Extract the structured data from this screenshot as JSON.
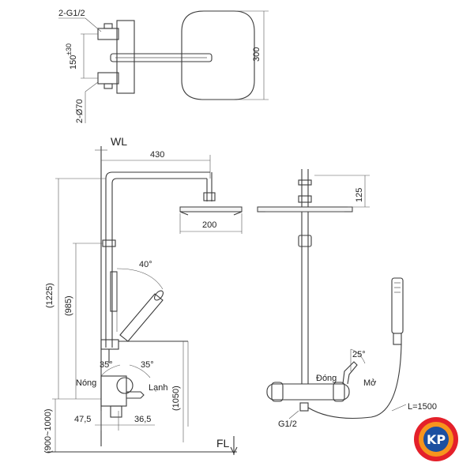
{
  "top_view": {
    "inlet_label": "2-G1/2",
    "spacing_label": "150",
    "spacing_tolerance": "±30",
    "hole_label": "2-Ø70",
    "height_label": "300"
  },
  "side_view": {
    "wl_label": "WL",
    "arm_length": "430",
    "head_width": "200",
    "total_height": "(1225)",
    "rail_height": "(985)",
    "hand_angle": "40°",
    "left_angle": "35°",
    "right_angle": "35°",
    "hot_label": "Nóng",
    "cold_label": "Lạnh",
    "valve_height": "(1050)",
    "offset_left": "47,5",
    "offset_right": "36,5",
    "mount_range": "(900~1000)",
    "fl_label": "FL"
  },
  "front_view": {
    "head_drop": "125",
    "lever_angle": "25°",
    "close_label": "Đóng",
    "open_label": "Mở",
    "inlet_label": "G1/2",
    "hose_label": "L=1500"
  },
  "logo": {
    "text": "KP",
    "colors": {
      "outer": "#e4202a",
      "inner": "#f7941d",
      "center": "#1c4fa0"
    }
  }
}
